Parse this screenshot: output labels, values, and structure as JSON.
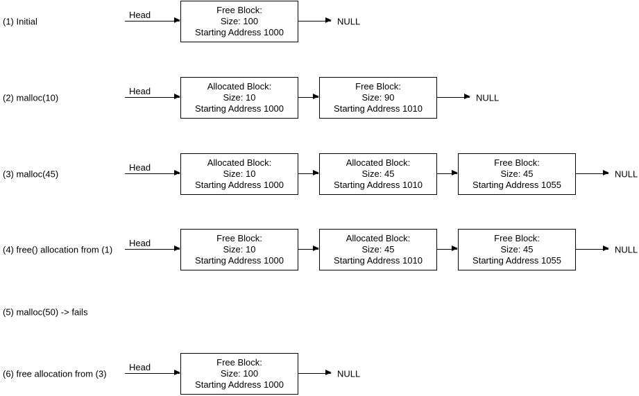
{
  "labels": {
    "head": "Head",
    "null": "NULL"
  },
  "colors": {
    "background": "#ffffff",
    "line": "#000000",
    "box_border": "#000000",
    "box_fill": "#ffffff",
    "text": "#000000"
  },
  "rows": [
    {
      "label": "(1) Initial",
      "nodes": [
        {
          "type": "Free Block:",
          "size": "Size: 100",
          "address": "Starting Address 1000"
        }
      ],
      "terminator": "NULL"
    },
    {
      "label": "(2) malloc(10)",
      "nodes": [
        {
          "type": "Allocated Block:",
          "size": "Size: 10",
          "address": "Starting Address 1000"
        },
        {
          "type": "Free Block:",
          "size": "Size: 90",
          "address": "Starting Address 1010"
        }
      ],
      "terminator": "NULL"
    },
    {
      "label": "(3) malloc(45)",
      "nodes": [
        {
          "type": "Allocated Block:",
          "size": "Size: 10",
          "address": "Starting Address 1000"
        },
        {
          "type": "Allocated Block:",
          "size": "Size: 45",
          "address": "Starting Address 1010"
        },
        {
          "type": "Free Block:",
          "size": "Size: 45",
          "address": "Starting Address 1055"
        }
      ],
      "terminator": "NULL"
    },
    {
      "label": "(4) free() allocation from (1)",
      "nodes": [
        {
          "type": "Free Block:",
          "size": "Size: 10",
          "address": "Starting Address 1000"
        },
        {
          "type": "Allocated Block:",
          "size": "Size: 45",
          "address": "Starting Address 1010"
        },
        {
          "type": "Free Block:",
          "size": "Size: 45",
          "address": "Starting Address 1055"
        }
      ],
      "terminator": "NULL"
    },
    {
      "label": "(5) malloc(50) -> fails",
      "nodes": [],
      "terminator": ""
    },
    {
      "label": "(6) free allocation from (3)",
      "nodes": [
        {
          "type": "Free Block:",
          "size": "Size: 100",
          "address": "Starting Address 1000"
        }
      ],
      "terminator": "NULL"
    }
  ]
}
